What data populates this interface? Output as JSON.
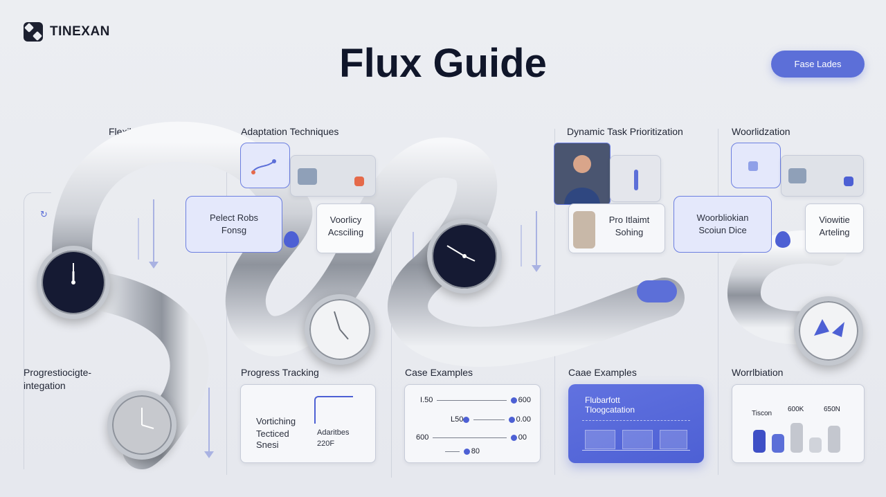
{
  "brand": {
    "name": "TINEXAN"
  },
  "page": {
    "title": "Flux Guide"
  },
  "cta": {
    "label": "Fase Lades"
  },
  "sections": {
    "flexible_scheduling": "Flexible Scheduling",
    "adaptation_techniques": "Adaptation Techniques",
    "dynamic_task_prioritization": "Dynamic Task Prioritization",
    "woorlidzation": "Woorlidzation",
    "progress_integration_line1": "Progrestiocigte‐",
    "progress_integration_line2": "integation",
    "progress_tracking": "Progress Tracking",
    "case_examples_1": "Case Examples",
    "case_examples_2": "Caae Examples",
    "worrlbiation": "Worrlbiation"
  },
  "cards": {
    "pelect_line1": "Pelect Robs",
    "pelect_line2": "Fonsg",
    "voorlicy_line1": "Voorlicy",
    "voorlicy_line2": "Acsciling",
    "problaint_line1": "Pro Itlaimt",
    "problaint_line2": "Sohing",
    "woorbliation_line1": "Woorbliokian",
    "woorbliation_line2": "Scoiun Dice",
    "viowitie_line1": "Viowitie",
    "viowitie_line2": "Arteling"
  },
  "tracking": {
    "left_line1": "Vortiching",
    "left_line2": "Tecticed",
    "left_line3": "Snesi",
    "right_line1": "Adaritbes",
    "right_line2": "220F"
  },
  "case_sliders": [
    {
      "left": "I.50",
      "right": "600"
    },
    {
      "left": "L50",
      "right": "0.00"
    },
    {
      "left": "600",
      "right": "00"
    },
    {
      "left": "",
      "right": "80"
    }
  ],
  "blue_panel": {
    "line1": "Flubarfott",
    "line2": "Tloogcatation"
  },
  "bars": {
    "labels": [
      "Tiscon",
      "600K",
      "650N"
    ],
    "values": [
      32,
      26,
      42,
      22,
      38
    ]
  },
  "colors": {
    "accent": "#5c6fd8",
    "dark_clock": "#151a33"
  }
}
